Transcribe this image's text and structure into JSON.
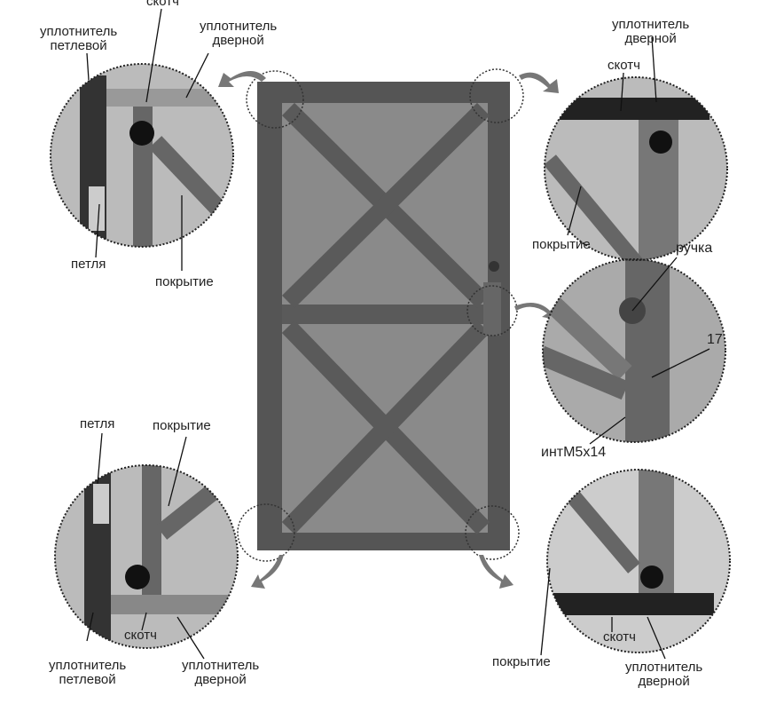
{
  "labels": {
    "tl_tape": "скотч",
    "tl_hinge_seal": [
      "уплотнитель",
      "петлевой"
    ],
    "tl_door_seal": [
      "уплотнитель",
      "дверной"
    ],
    "tl_hinge": "петля",
    "tl_cover": "покрытие",
    "tr_door_seal": [
      "уплотнитель",
      "дверной"
    ],
    "tr_tape": "скотч",
    "tr_cover": "покрытие",
    "mr_handle": "ручка",
    "mr_num": "17",
    "mr_screw": "интМ5х14",
    "bl_hinge": "петля",
    "bl_cover": "покрытие",
    "bl_tape": "скотч",
    "bl_hinge_seal": [
      "уплотнитель",
      "петлевой"
    ],
    "bl_door_seal": [
      "уплотнитель",
      "дверной"
    ],
    "br_cover": "покрытие",
    "br_tape": "скотч",
    "br_door_seal": [
      "уплотнитель",
      "дверной"
    ]
  }
}
